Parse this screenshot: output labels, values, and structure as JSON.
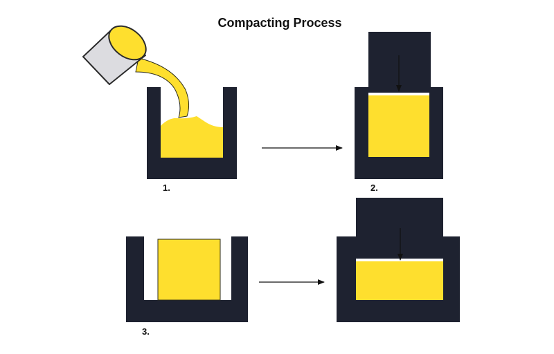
{
  "title": "Compacting Process",
  "steps": [
    {
      "label": "1."
    },
    {
      "label": "2."
    },
    {
      "label": "3."
    }
  ],
  "colors": {
    "die": "#1e2230",
    "powder": "#fedf2e",
    "powder_outline": "#2a2a1a",
    "bucket": "#dcdce0",
    "bucket_outline": "#2b2b2b",
    "arrow": "#111111",
    "background": "#ffffff"
  }
}
